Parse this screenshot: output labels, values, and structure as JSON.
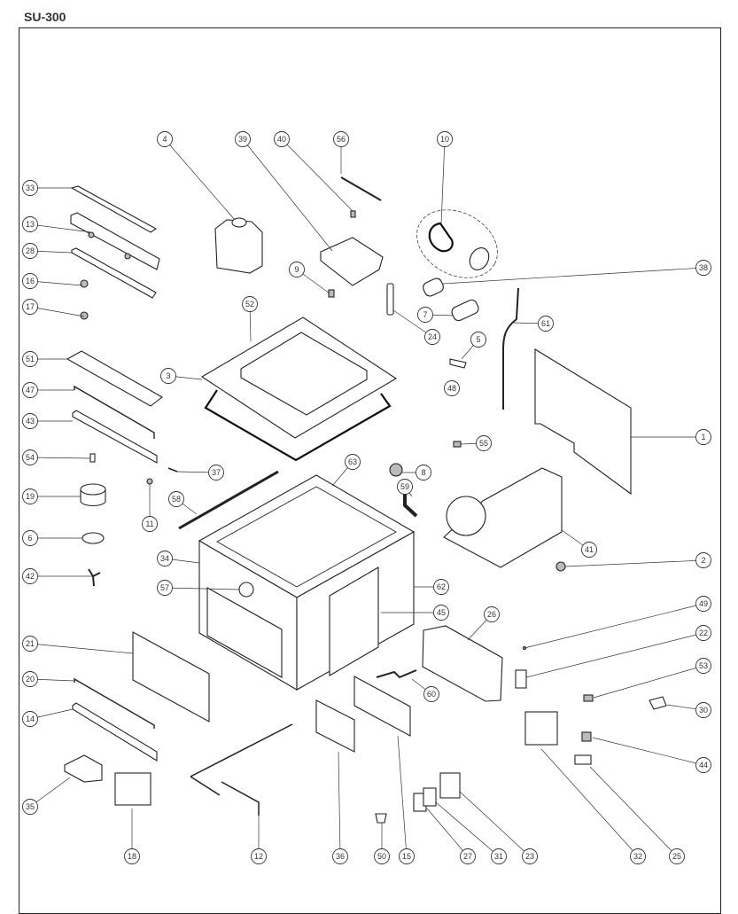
{
  "title": "SU-300",
  "callouts": [
    {
      "label": "4"
    },
    {
      "label": "39"
    },
    {
      "label": "40"
    },
    {
      "label": "56"
    },
    {
      "label": "10"
    },
    {
      "label": "33"
    },
    {
      "label": "13"
    },
    {
      "label": "28"
    },
    {
      "label": "16"
    },
    {
      "label": "17"
    },
    {
      "label": "9"
    },
    {
      "label": "38"
    },
    {
      "label": "7"
    },
    {
      "label": "24"
    },
    {
      "label": "61"
    },
    {
      "label": "5"
    },
    {
      "label": "52"
    },
    {
      "label": "48"
    },
    {
      "label": "51"
    },
    {
      "label": "3"
    },
    {
      "label": "47"
    },
    {
      "label": "43"
    },
    {
      "label": "54"
    },
    {
      "label": "37"
    },
    {
      "label": "63"
    },
    {
      "label": "55"
    },
    {
      "label": "1"
    },
    {
      "label": "8"
    },
    {
      "label": "59"
    },
    {
      "label": "19"
    },
    {
      "label": "11"
    },
    {
      "label": "58"
    },
    {
      "label": "6"
    },
    {
      "label": "41"
    },
    {
      "label": "34"
    },
    {
      "label": "2"
    },
    {
      "label": "42"
    },
    {
      "label": "57"
    },
    {
      "label": "62"
    },
    {
      "label": "45"
    },
    {
      "label": "26"
    },
    {
      "label": "49"
    },
    {
      "label": "21"
    },
    {
      "label": "22"
    },
    {
      "label": "20"
    },
    {
      "label": "60"
    },
    {
      "label": "53"
    },
    {
      "label": "14"
    },
    {
      "label": "30"
    },
    {
      "label": "44"
    },
    {
      "label": "35"
    },
    {
      "label": "18"
    },
    {
      "label": "12"
    },
    {
      "label": "36"
    },
    {
      "label": "50"
    },
    {
      "label": "15"
    },
    {
      "label": "27"
    },
    {
      "label": "31"
    },
    {
      "label": "23"
    },
    {
      "label": "32"
    },
    {
      "label": "25"
    }
  ]
}
